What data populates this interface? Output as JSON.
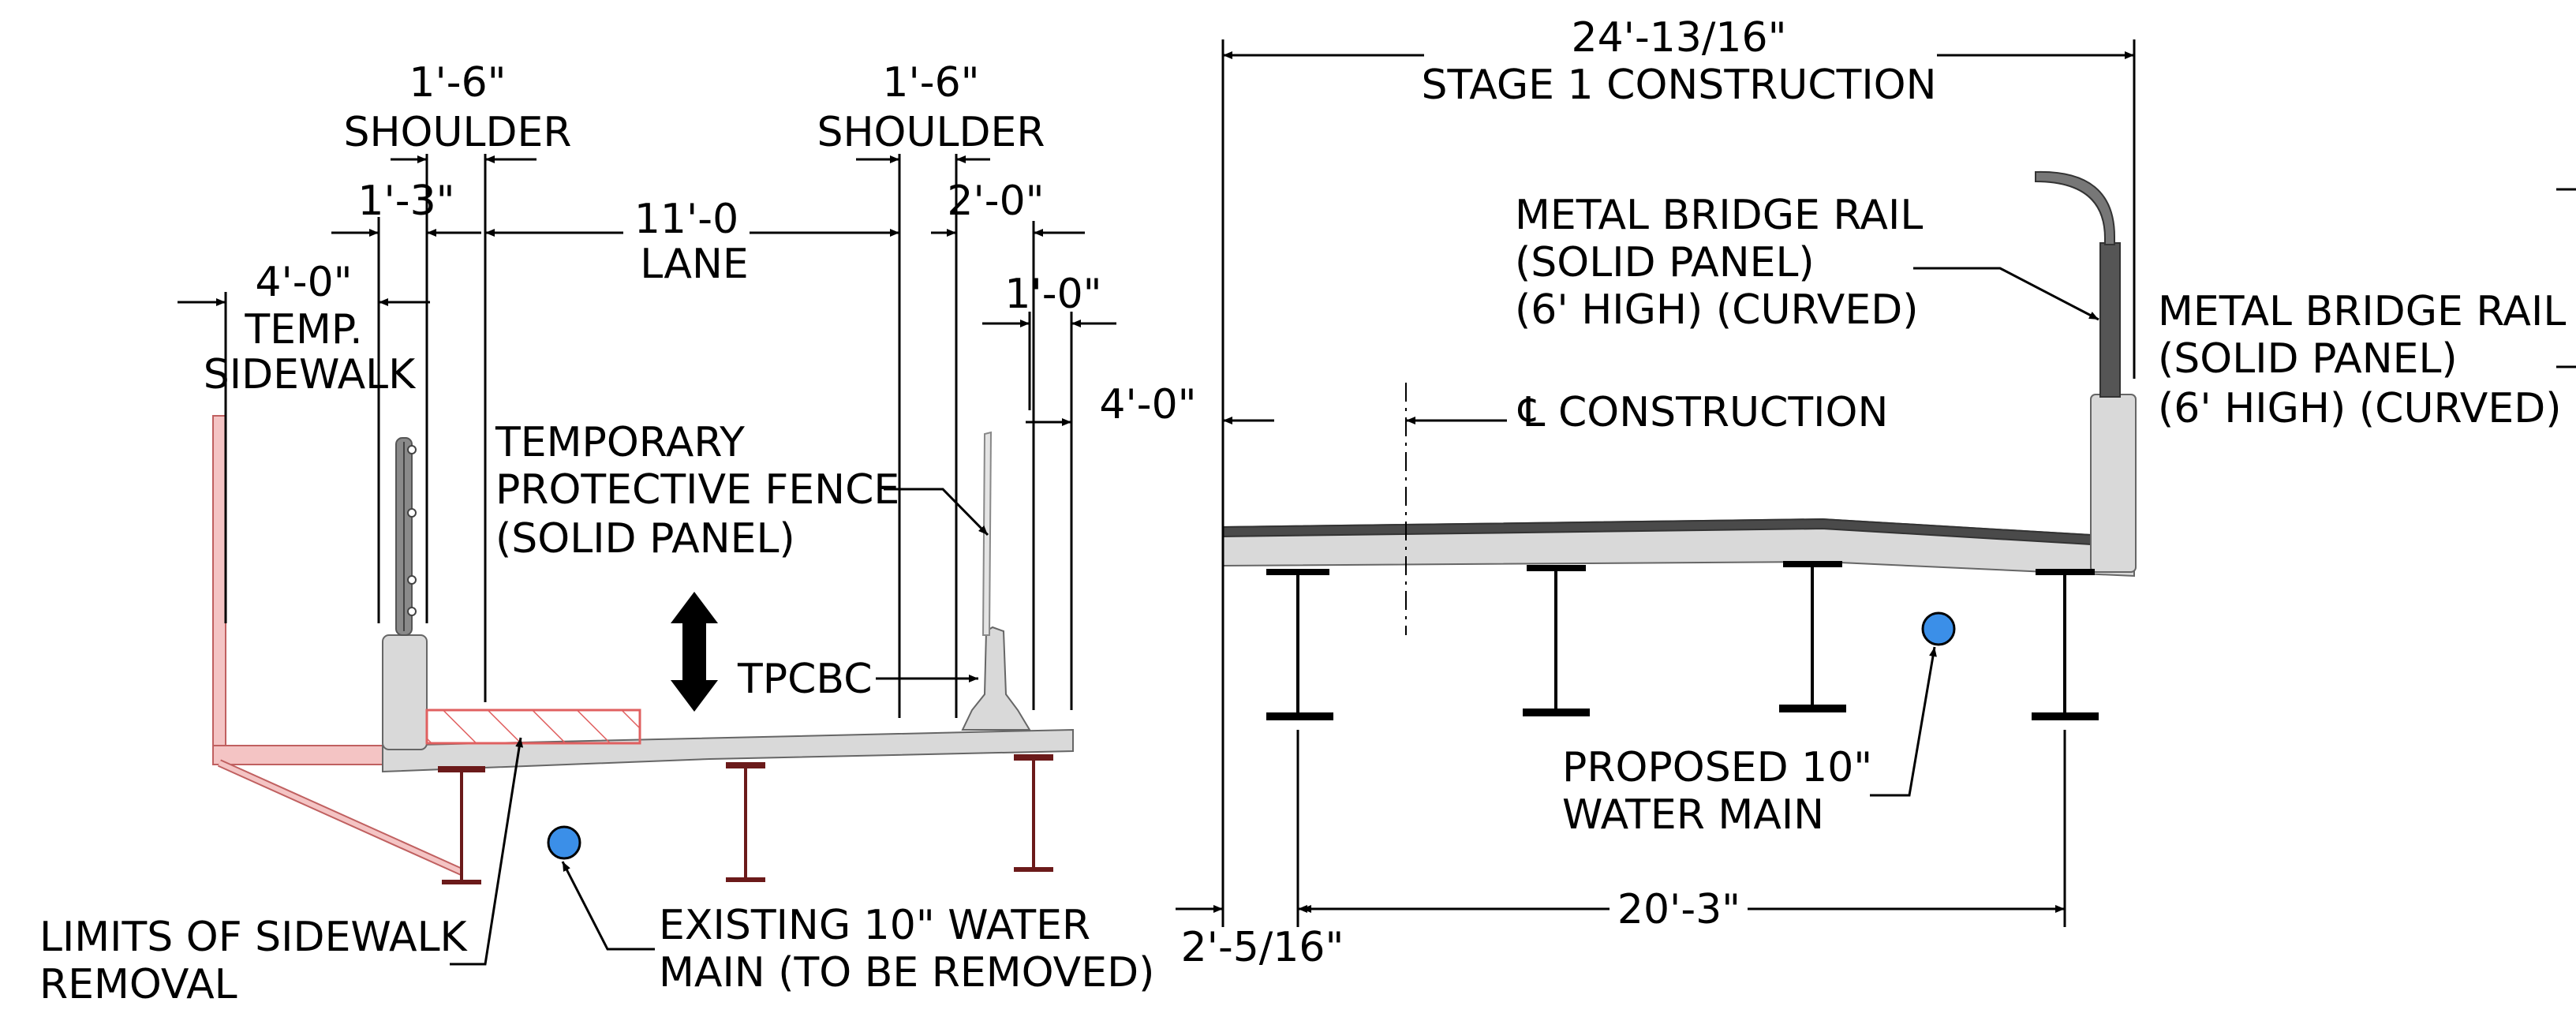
{
  "left_section": {
    "dim_shoulder_left": "1'-6\"",
    "shoulder_left": "SHOULDER",
    "dim_shoulder_right": "1'-6\"",
    "shoulder_right": "SHOULDER",
    "dim_1_3": "1'-3\"",
    "dim_lane": "11'-0",
    "lane": "LANE",
    "dim_2_0": "2'-0\"",
    "dim_1_0": "1'-0\"",
    "dim_4_0_sidewalk": "4'-0\"",
    "temp": "TEMP.",
    "sidewalk": "SIDEWALK",
    "dim_4_0_right": "4'-0\"",
    "fence_line1": "TEMPORARY",
    "fence_line2": "PROTECTIVE FENCE",
    "fence_line3": "(SOLID PANEL)",
    "tpcbc": "TPCBC",
    "limits_line1": "LIMITS OF SIDEWALK",
    "limits_line2": "REMOVAL",
    "existing_line1": "EXISTING 10\" WATER",
    "existing_line2": "MAIN (TO BE REMOVED)"
  },
  "right_section": {
    "dim_total": "24'-13/16\"",
    "stage": "STAGE 1 CONSTRUCTION",
    "rail_a_line1": "METAL BRIDGE RAIL",
    "rail_a_line2": "(SOLID PANEL)",
    "rail_a_line3": "(6' HIGH) (CURVED)",
    "rail_b_line1": "METAL BRIDGE RAIL",
    "rail_b_line2": "(SOLID PANEL)",
    "rail_b_line3": "(6' HIGH) (CURVED)",
    "cl_symbol": "℄",
    "cl_construction": "CONSTRUCTION",
    "proposed_line1": "PROPOSED 10\"",
    "proposed_line2": "WATER MAIN",
    "dim_offset": "2'-5/16\"",
    "dim_spacing": "20'-3\""
  },
  "colors": {
    "concrete": "#d9d9d9",
    "sidewalk": "#f4c4c4",
    "water_main": "#3b8fe8",
    "steel": "#6b1a1a",
    "hatch": "#e06060",
    "wearing_surface": "#4a4a4a"
  }
}
